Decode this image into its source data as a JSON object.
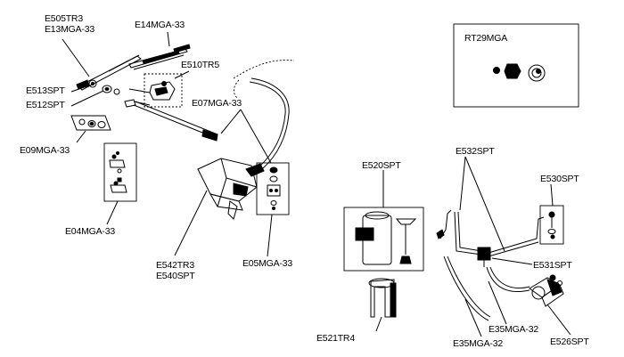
{
  "labels": {
    "E505TR3": "E505TR3",
    "E13MGA33": "E13MGA-33",
    "E14MGA33": "E14MGA-33",
    "E510TR5": "E510TR5",
    "E513SPT": "E513SPT",
    "E512SPT": "E512SPT",
    "E07MGA33": "E07MGA-33",
    "E09MGA33": "E09MGA-33",
    "E04MGA33": "E04MGA-33",
    "E542TR3": "E542TR3",
    "E540SPT": "E540SPT",
    "E05MGA33": "E05MGA-33",
    "RT29MGA": "RT29MGA",
    "E520SPT": "E520SPT",
    "E532SPT": "E532SPT",
    "E530SPT": "E530SPT",
    "E531SPT": "E531SPT",
    "E35MGA32a": "E35MGA-32",
    "E35MGA32b": "E35MGA-32",
    "E521TR4": "E521TR4",
    "E526SPT": "E526SPT"
  },
  "colors": {
    "ink": "#000000",
    "background": "#ffffff"
  }
}
